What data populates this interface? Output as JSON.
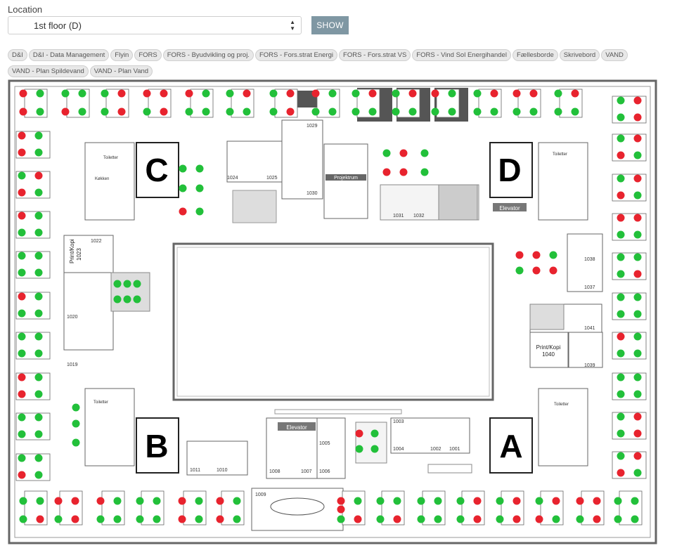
{
  "location": {
    "label": "Location",
    "selected": "1st floor (D)",
    "show_label": "SHOW"
  },
  "tags": [
    "D&I",
    "D&I - Data Management",
    "Flyin",
    "FORS",
    "FORS - Byudvikling og proj.",
    "FORS - Fors.strat Energi",
    "FORS - Fors.strat VS",
    "FORS - Vind Sol Energihandel",
    "Fællesborde",
    "Skrivebord",
    "VAND",
    "VAND - Plan Spildevand",
    "VAND - Plan Vand"
  ],
  "colors": {
    "available": "#22c03a",
    "occupied": "#e8232e",
    "wall": "#555555",
    "desk": "#ffffff",
    "dark_desk": "#555555"
  },
  "plan": {
    "zones": {
      "a": "A",
      "b": "B",
      "c": "C",
      "d": "D"
    },
    "elevator_top": "Elevator",
    "elevator_bottom": "Elevator",
    "print_left": [
      "Print/Kopi",
      "1023"
    ],
    "print_right": [
      "Print/Kopi",
      "1040"
    ],
    "projectroom": "Projektrum",
    "rooms": {
      "r1001": "1001",
      "r1002": "1002",
      "r1003": "1003",
      "r1004": "1004",
      "r1005": "1005",
      "r1006": "1006",
      "r1007": "1007",
      "r1008": "1008",
      "r1009": "1009",
      "r1010": "1010",
      "r1011": "1011",
      "r1019": "1019",
      "r1020": "1020",
      "r1022": "1022",
      "r1024": "1024",
      "r1025": "1025",
      "r1029": "1029",
      "r1030": "1030",
      "r1031": "1031",
      "r1032": "1032",
      "r1037": "1037",
      "r1038": "1038",
      "r1039": "1039",
      "r1041": "1041"
    },
    "toilet": "Toiletter",
    "kitchen": "Køkken"
  }
}
